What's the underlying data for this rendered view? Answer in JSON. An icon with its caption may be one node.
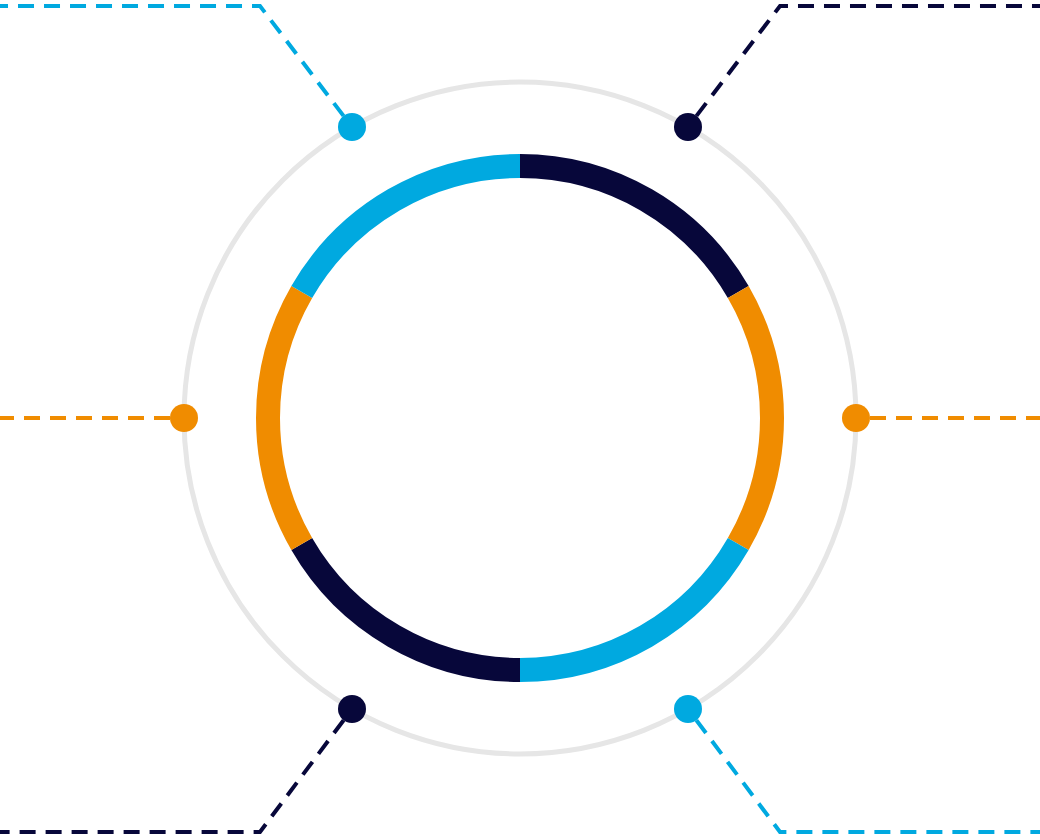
{
  "diagram": {
    "nodes": [
      {
        "text": [],
        "shape": "circle"
      },
      {
        "text": [],
        "shape": "circle"
      },
      {
        "text": [],
        "shape": "circle"
      },
      {
        "text": [],
        "shape": "circle"
      },
      {
        "text": [],
        "shape": "circle"
      },
      {
        "text": [],
        "shape": "circle"
      }
    ],
    "edges": [
      {
        "from": 0,
        "to": null,
        "arrow": "none",
        "style": "dashed",
        "color": "#00a9e0"
      },
      {
        "from": 1,
        "to": null,
        "arrow": "none",
        "style": "dashed",
        "color": "#07073a"
      },
      {
        "from": 2,
        "to": null,
        "arrow": "none",
        "style": "dashed",
        "color": "#f08c00"
      },
      {
        "from": 3,
        "to": null,
        "arrow": "none",
        "style": "dashed",
        "color": "#f08c00"
      },
      {
        "from": 4,
        "to": null,
        "arrow": "none",
        "style": "dashed",
        "color": "#07073a"
      },
      {
        "from": 5,
        "to": null,
        "arrow": "none",
        "style": "dashed",
        "color": "#00a9e0"
      }
    ]
  }
}
